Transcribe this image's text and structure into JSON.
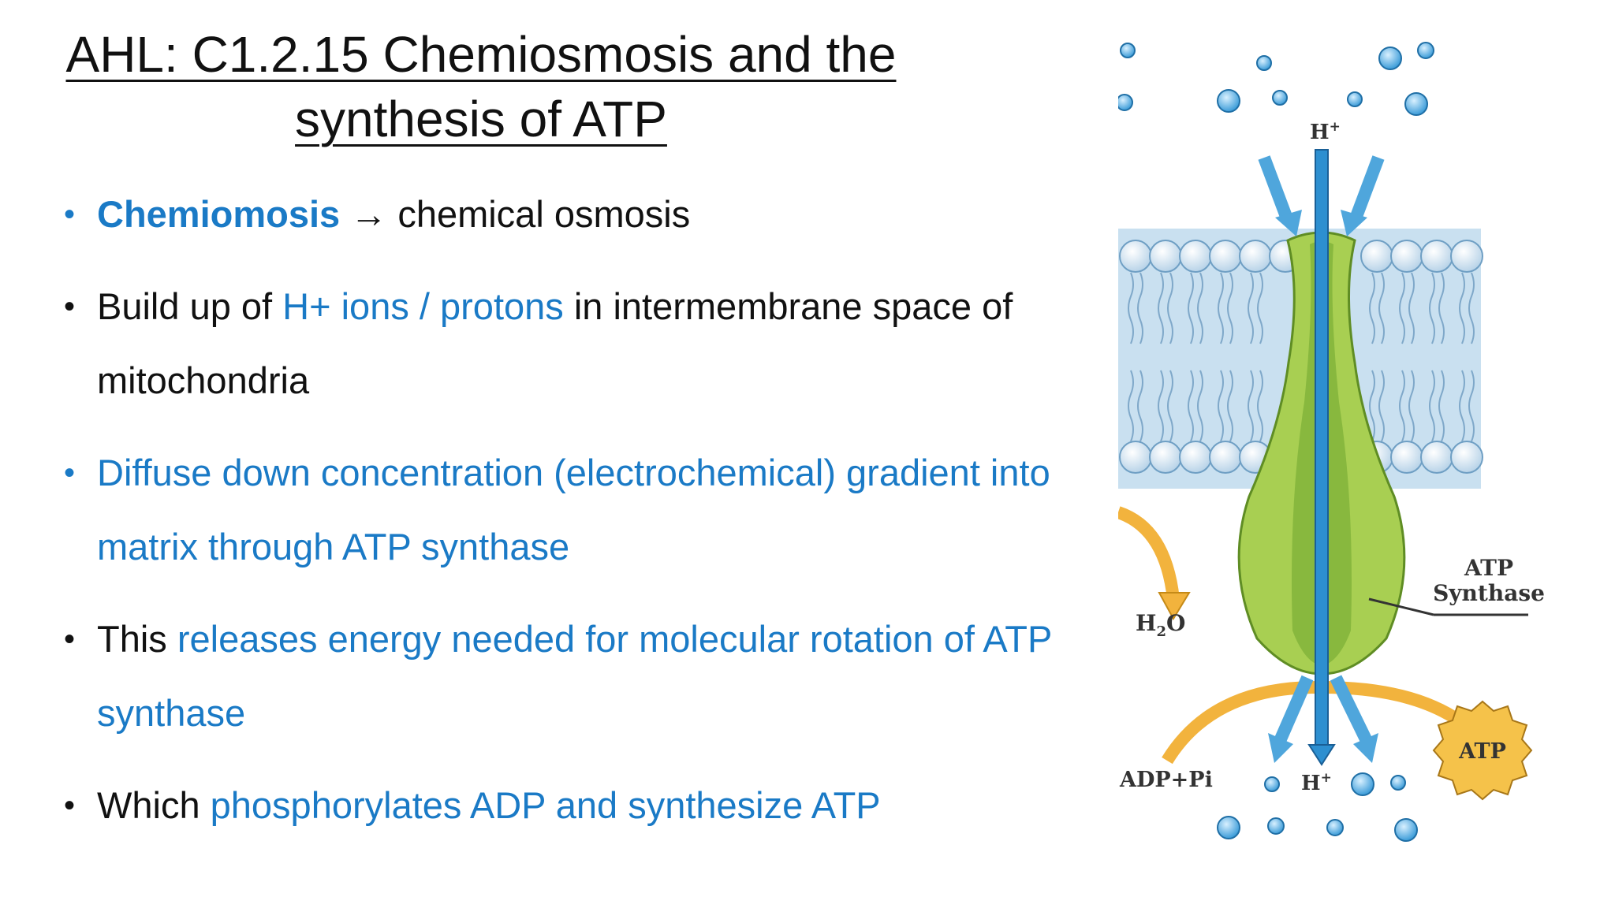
{
  "slide": {
    "title_line1": "AHL: C1.2.15 Chemiosmosis and the",
    "title_line2": "synthesis of ATP"
  },
  "bullets": [
    {
      "bullet_color": "#1a7ac6",
      "parts": [
        "Chemiomosis",
        " → ",
        "chemical osmosis"
      ]
    },
    {
      "bullet_color": "#111111",
      "parts": [
        "Build up of ",
        "H+ ions / protons",
        " in intermembrane space of mitochondria"
      ]
    },
    {
      "bullet_color": "#1a7ac6",
      "parts": [
        "Diffuse down concentration (electrochemical) gradient into matrix through ATP synthase"
      ]
    },
    {
      "bullet_color": "#111111",
      "parts": [
        "This ",
        "releases energy needed for molecular rotation of ATP synthase"
      ]
    },
    {
      "bullet_color": "#111111",
      "parts": [
        "Which ",
        "phosphorylates ADP and synthesize ATP"
      ]
    }
  ],
  "figure": {
    "label_h_top": "H",
    "label_h_top_sup": "+",
    "label_h_bottom": "H",
    "label_h_bottom_sup": "+",
    "label_atp_synthase_line1": "ATP",
    "label_atp_synthase_line2": "Synthase",
    "label_h2o": "H",
    "label_h2o_sub": "2",
    "label_h2o_o": "O",
    "label_adp": "ADP+Pi",
    "label_atp": "ATP"
  },
  "colors": {
    "accent_blue": "#1a7ac6",
    "text": "#111111",
    "membrane_blue": "#b9d7ec",
    "synthase_green": "#9dc74a",
    "arrow_orange": "#f2b33d"
  }
}
